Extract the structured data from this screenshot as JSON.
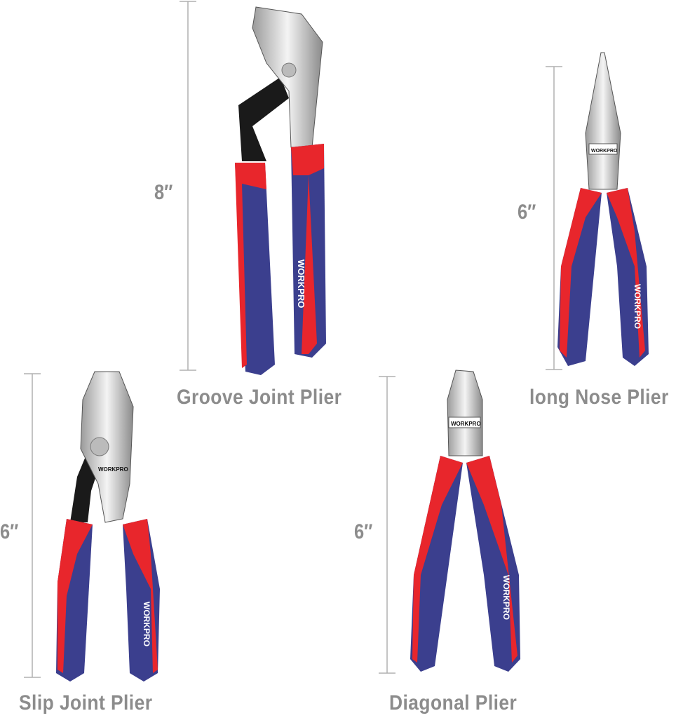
{
  "brand": "WORKPRO",
  "colors": {
    "handle_red": "#e8262c",
    "handle_blue": "#3b3f8e",
    "label_gray": "#8c8c8c",
    "steel": "#d8d8d8",
    "black": "#1a1a1a"
  },
  "products": [
    {
      "name": "Groove Joint Plier",
      "size": "8″"
    },
    {
      "name": "long Nose Plier",
      "size": "6″"
    },
    {
      "name": "Slip Joint Plier",
      "size": "6″"
    },
    {
      "name": "Diagonal Plier",
      "size": "6″"
    }
  ]
}
